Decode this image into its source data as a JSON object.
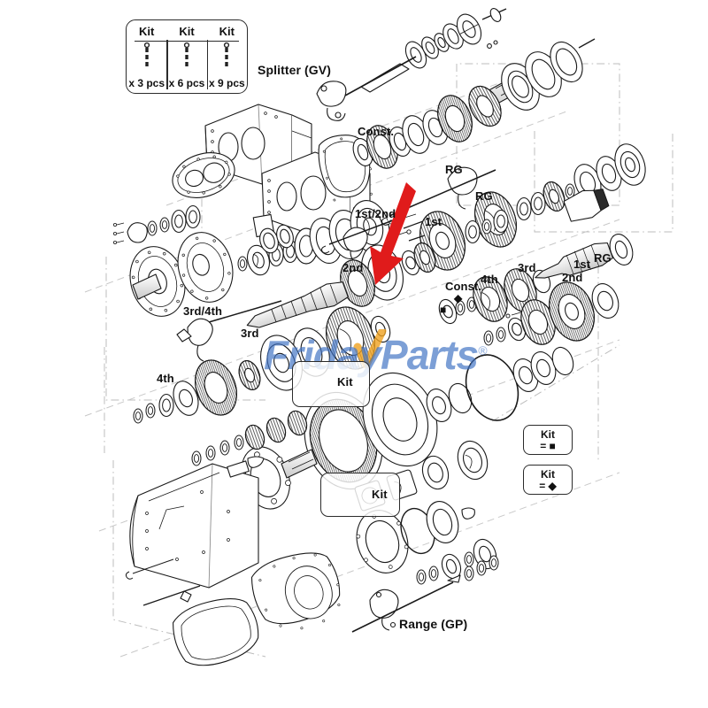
{
  "diagram": {
    "title": "Transmission exploded parts view",
    "background_color": "#ffffff",
    "line_color": "#1a1a1a",
    "projection_line_color": "#b9b9b9",
    "arrow_color": "#e01b1b"
  },
  "watermark": {
    "text": "FridayParts",
    "registered_mark": "®",
    "color": "#3f72c4",
    "accent_color": "#efa11f"
  },
  "legend_table": {
    "columns": [
      {
        "header": "Kit",
        "footer": "x 3 pcs",
        "pins": 3
      },
      {
        "header": "Kit",
        "footer": "x 6 pcs",
        "pins": 3
      },
      {
        "header": "Kit",
        "footer": "x 9 pcs",
        "pins": 3
      }
    ]
  },
  "kit_legends": [
    {
      "label": "Kit",
      "equals": "= ■",
      "symbol": "square"
    },
    {
      "label": "Kit",
      "equals": "= ◆",
      "symbol": "diamond"
    }
  ],
  "kit_boxes": [
    {
      "label": "Kit",
      "id": "kit-box-center-upper"
    },
    {
      "label": "Kit",
      "id": "kit-box-center-lower"
    }
  ],
  "callouts": [
    {
      "id": "splitter-gv",
      "text": "Splitter (GV)"
    },
    {
      "id": "const-upper",
      "text": "Const."
    },
    {
      "id": "rg-upper",
      "text": "RG"
    },
    {
      "id": "rg-mid",
      "text": "RG"
    },
    {
      "id": "first-second",
      "text": "1st/2nd"
    },
    {
      "id": "first-upper",
      "text": "1st"
    },
    {
      "id": "second-left",
      "text": "2nd"
    },
    {
      "id": "third-fourth",
      "text": "3rd/4th"
    },
    {
      "id": "third-left",
      "text": "3rd"
    },
    {
      "id": "fourth-left",
      "text": "4th"
    },
    {
      "id": "const-right",
      "text": "Const."
    },
    {
      "id": "fourth-right",
      "text": "4th"
    },
    {
      "id": "third-right",
      "text": "3rd"
    },
    {
      "id": "second-right",
      "text": "2nd"
    },
    {
      "id": "first-right",
      "text": "1st"
    },
    {
      "id": "rg-right",
      "text": "RG"
    },
    {
      "id": "range-gp",
      "text": "Range (GP)"
    }
  ],
  "markers": [
    {
      "id": "const-square-marker",
      "symbol": "■"
    },
    {
      "id": "const-diamond-marker",
      "symbol": "◆"
    }
  ]
}
